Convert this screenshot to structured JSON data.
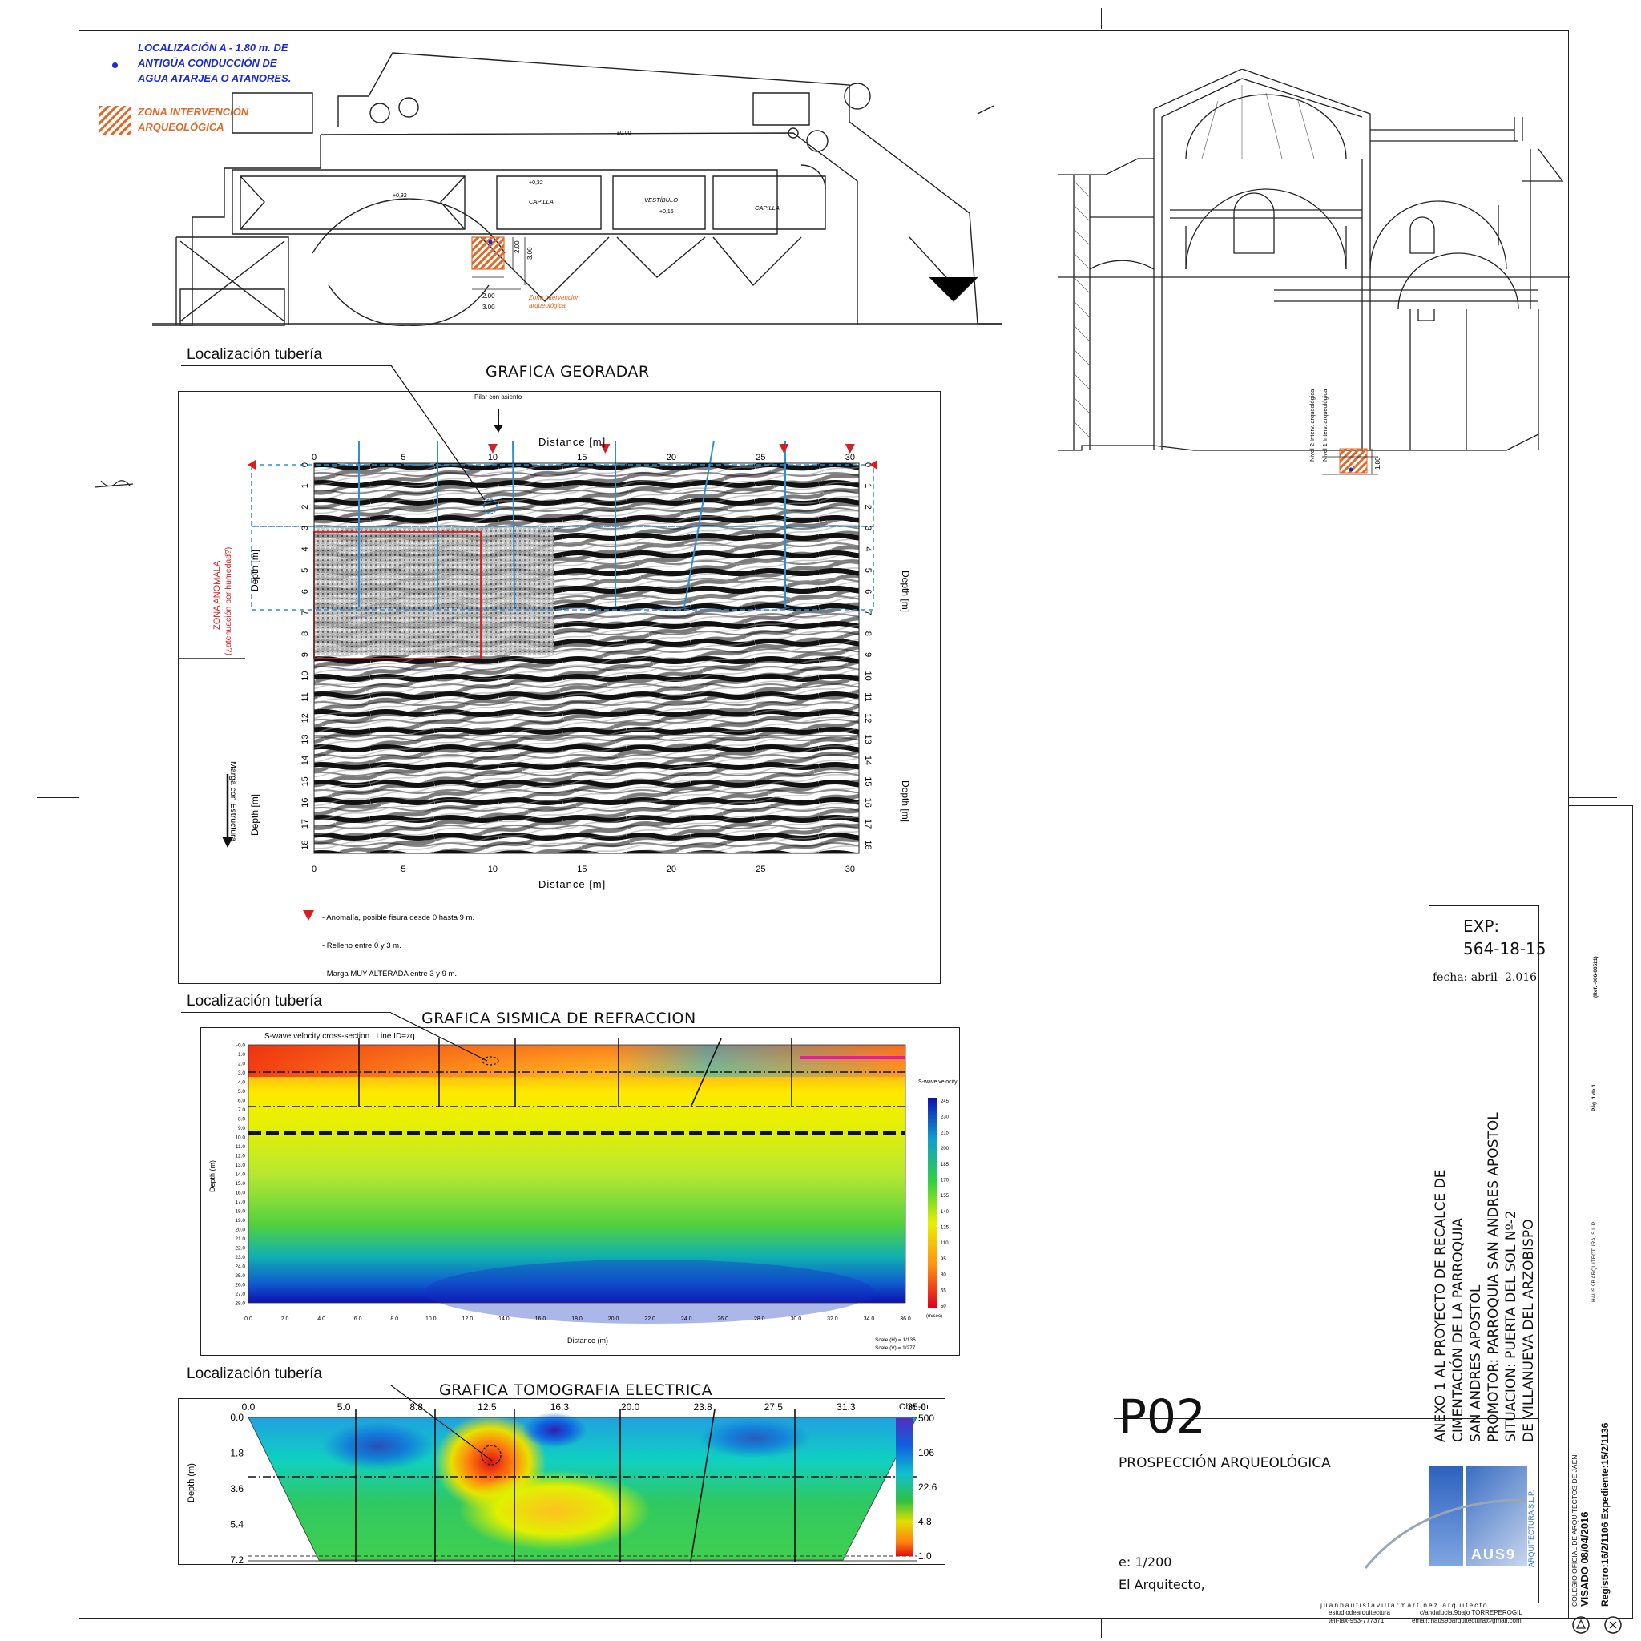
{
  "legend": {
    "loc_line1": "LOCALIZACIÓN A - 1.80 m. DE",
    "loc_line2": "ANTIGÜA CONDUCCIÓN DE",
    "loc_line3": "AGUA ATARJEA O ATANORES.",
    "zona_line1": "ZONA INTERVENCIÓN",
    "zona_line2": "ARQUEOLÓGICA"
  },
  "plan": {
    "level_0": "±0,00",
    "level_032a": "+0,32",
    "level_032b": "+0,32",
    "level_016": "+0,16",
    "capilla1": "CAPILLA",
    "vestibulo": "VESTÍBULO",
    "capilla2": "CAPILLA",
    "dim_200a": "2.00",
    "dim_300a": "3.00",
    "dim_200b": "2.00",
    "dim_300b": "3.00",
    "zona_note1": "Zona intervencion",
    "zona_note2": "arqueológica"
  },
  "section": {
    "nivel2": "Nivel 2 Interv. arqueológica",
    "nivel1": "Nivel 1 Interv. arqueológica",
    "dim_180": "1.80"
  },
  "georadar": {
    "loc_label": "Localización tubería",
    "title": "GRAFICA GEORADAR",
    "pilar": "Pilar con asiento",
    "x_label_top": "Distance [m]",
    "x_label_bottom": "Distance [m]",
    "y_label": "Depth [m]",
    "anomaly_zone1": "ZONA ANOMALA",
    "anomaly_zone2": "(¿atenuación por humedad?)",
    "marga": "Marga con Estructura",
    "x_ticks": [
      "0",
      "5",
      "10",
      "15",
      "20",
      "25",
      "30"
    ],
    "y_ticks": [
      "0",
      "1",
      "2",
      "3",
      "4",
      "5",
      "6",
      "7",
      "8",
      "9",
      "10",
      "11",
      "12",
      "13",
      "14",
      "15",
      "16",
      "17",
      "18"
    ],
    "note1": "- Anomalía, posible fisura desde 0 hasta 9 m.",
    "note2": "- Relleno entre 0 y 3 m.",
    "note3": "- Marga MUY ALTERADA entre 3 y 9 m."
  },
  "seismic": {
    "loc_label": "Localización tubería",
    "title": "GRAFICA SISMICA DE REFRACCION",
    "inner_title": "S-wave velocity cross-section : Line ID=zq",
    "y_label": "Depth (m)",
    "x_label": "Distance (m)",
    "colorbar_title": "S-wave velocity",
    "colorbar_unit": "(m/sec)",
    "colorbar_ticks": [
      "245",
      "230",
      "215",
      "200",
      "185",
      "170",
      "155",
      "140",
      "125",
      "110",
      "95",
      "80",
      "65",
      "50"
    ],
    "x_ticks": [
      "0.0",
      "2.0",
      "4.0",
      "6.0",
      "8.0",
      "10.0",
      "12.0",
      "14.0",
      "16.0",
      "18.0",
      "20.0",
      "22.0",
      "24.0",
      "26.0",
      "28.0",
      "30.0",
      "32.0",
      "34.0",
      "36.0"
    ],
    "y_ticks": [
      "-0.0",
      "1.0",
      "2.0",
      "3.0",
      "4.0",
      "5.0",
      "6.0",
      "7.0",
      "8.0",
      "9.0",
      "10.0",
      "11.0",
      "12.0",
      "13.0",
      "14.0",
      "15.0",
      "16.0",
      "17.0",
      "18.0",
      "19.0",
      "20.0",
      "21.0",
      "22.0",
      "23.0",
      "24.0",
      "25.0",
      "26.0",
      "27.0",
      "28.0"
    ],
    "scale_h": "Scale (H) = 1/136",
    "scale_v": "Scale (V) = 1/277"
  },
  "tomography": {
    "loc_label": "Localización tubería",
    "title": "GRAFICA TOMOGRAFIA ELECTRICA",
    "y_label": "Depth (m)",
    "unit": "Ohm-m",
    "x_ticks": [
      "0.0",
      "5.0",
      "8.8",
      "12.5",
      "16.3",
      "20.0",
      "23.8",
      "27.5",
      "31.3",
      "35.0"
    ],
    "y_ticks": [
      "0.0",
      "1.8",
      "3.6",
      "5.4",
      "7.2"
    ],
    "colorbar_ticks": [
      "500",
      "106",
      "22.6",
      "4.8",
      "1.0"
    ]
  },
  "titleblock": {
    "code": "P02",
    "subtitle": "PROSPECCIÓN ARQUEOLÓGICA",
    "scale": "e: 1/200",
    "architect": "El Arquitecto,",
    "exp_label": "EXP:",
    "exp_number": "564-18-15",
    "fecha": "fecha: abril- 2.016",
    "project_lines": [
      "ANEXO 1 AL PROYECTO DE RECALCE DE",
      "CIMENTACIÓN DE LA PARROQUIA",
      "SAN ANDRES APOSTOL",
      "PROMOTOR: PARROQUIA SAN ANDRES APOSTOL",
      "SITUACION: PUERTA DEL SOL Nº-2",
      "DE VILLANUEVA DEL ARZOBISPO"
    ],
    "firm_logo_text": "AUS9",
    "firm_vertical": "ARQUITECTURA S.L.P.",
    "footer_name": "juanbautistavillarmartinez arquitecto",
    "footer_left1": "estudiodearquitectura",
    "footer_left2": "telf-fax-953-777371",
    "footer_right1": "c/andalucia,9bajo TORREPEROGIL",
    "footer_right2": "email: haus9barquitectura@gmail.com"
  },
  "stamp": {
    "college": "COLEGIO OFICIAL DE ARQUITECTOS DE JAÉN",
    "firm": "HAUS 9B ARQUITECTURA, S.L.P.",
    "ref": "(Ref. -006-00521)",
    "pag": "Pág. 1 de 1",
    "visado": "VISADO  08/04/2016",
    "registro": "Registro:16/2/1106  Expediente:15/2/1136"
  },
  "colors": {
    "blue_legend": "#1a2bd6",
    "orange_hatch": "#e06a2a",
    "gpr_dash": "#2f8fd0",
    "anomaly_red": "#d32020",
    "titleblock_blue": "#3a6fc4"
  }
}
